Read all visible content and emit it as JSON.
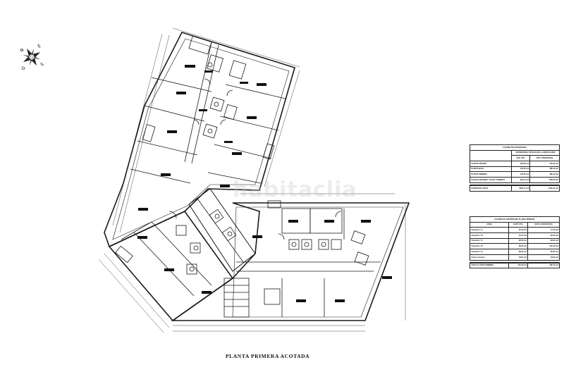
{
  "drawing": {
    "title": "PLANTA PRIMERA ACOTADA",
    "watermark": "habitaclia",
    "compass": {
      "labels": [
        "N",
        "E",
        "S",
        "O"
      ]
    }
  },
  "surface_table": {
    "title": "CUADRO DE SUPERFICIES",
    "group_header": "SUPERFICIES TOTALES DE LA EDIFICACION",
    "columns": [
      "SUP. ÚTIL",
      "SUP. CONSTRUIDA"
    ],
    "rows": [
      {
        "label": "PLANTA SÓTANO",
        "util": "225.60 m2",
        "construida": "449.22 m2"
      },
      {
        "label": "PLANTA BAJA",
        "util": "416.25 m2",
        "construida": "486.12 m2"
      },
      {
        "label": "PLANTA PRIMERA",
        "util": "416.18 m2",
        "construida": "486.12 m2"
      },
      {
        "label": "PLANTA SEGUNDA Y BAJO CUBIERTA",
        "util": "592.14 m2",
        "construida": "895.85 m2"
      }
    ],
    "total": {
      "label": "SUPERFICIE TOTAL",
      "util": "2050.17 m2",
      "construida": "2336.30 m2"
    }
  },
  "floor_table": {
    "title": "CUADRO DE SUPERFICIES PLANTA PRIMERA",
    "columns": [
      "ZONA",
      "SUPF. ÚTIL",
      "SUPF. CONSTRUIDA"
    ],
    "rows": [
      {
        "label": "Vivienda 1ª-A",
        "util": "62.43 m2",
        "construida": "74.45 m2"
      },
      {
        "label": "Vivienda 1ª-B",
        "util": "61.15 m2",
        "construida": "69.55 m2"
      },
      {
        "label": "Vivienda 1ª-C",
        "util": "86.42 m2",
        "construida": "99.84 m2"
      },
      {
        "label": "Vivienda 1ª-D",
        "util": "86.35 m2",
        "construida": "100.46 m2"
      },
      {
        "label": "Vivienda 1ª-E",
        "util": "86.22 m2",
        "construida": "98.85 m2"
      },
      {
        "label": "Zonas comunes",
        "util": "34.61 m2",
        "construida": "43.84 m2"
      }
    ],
    "total": {
      "label": "TOTAL PLANTA PRIMERA",
      "util": "416.18 m2",
      "construida": "486.12 m2"
    }
  },
  "colors": {
    "line": "#1a1a1a",
    "background": "#ffffff"
  }
}
